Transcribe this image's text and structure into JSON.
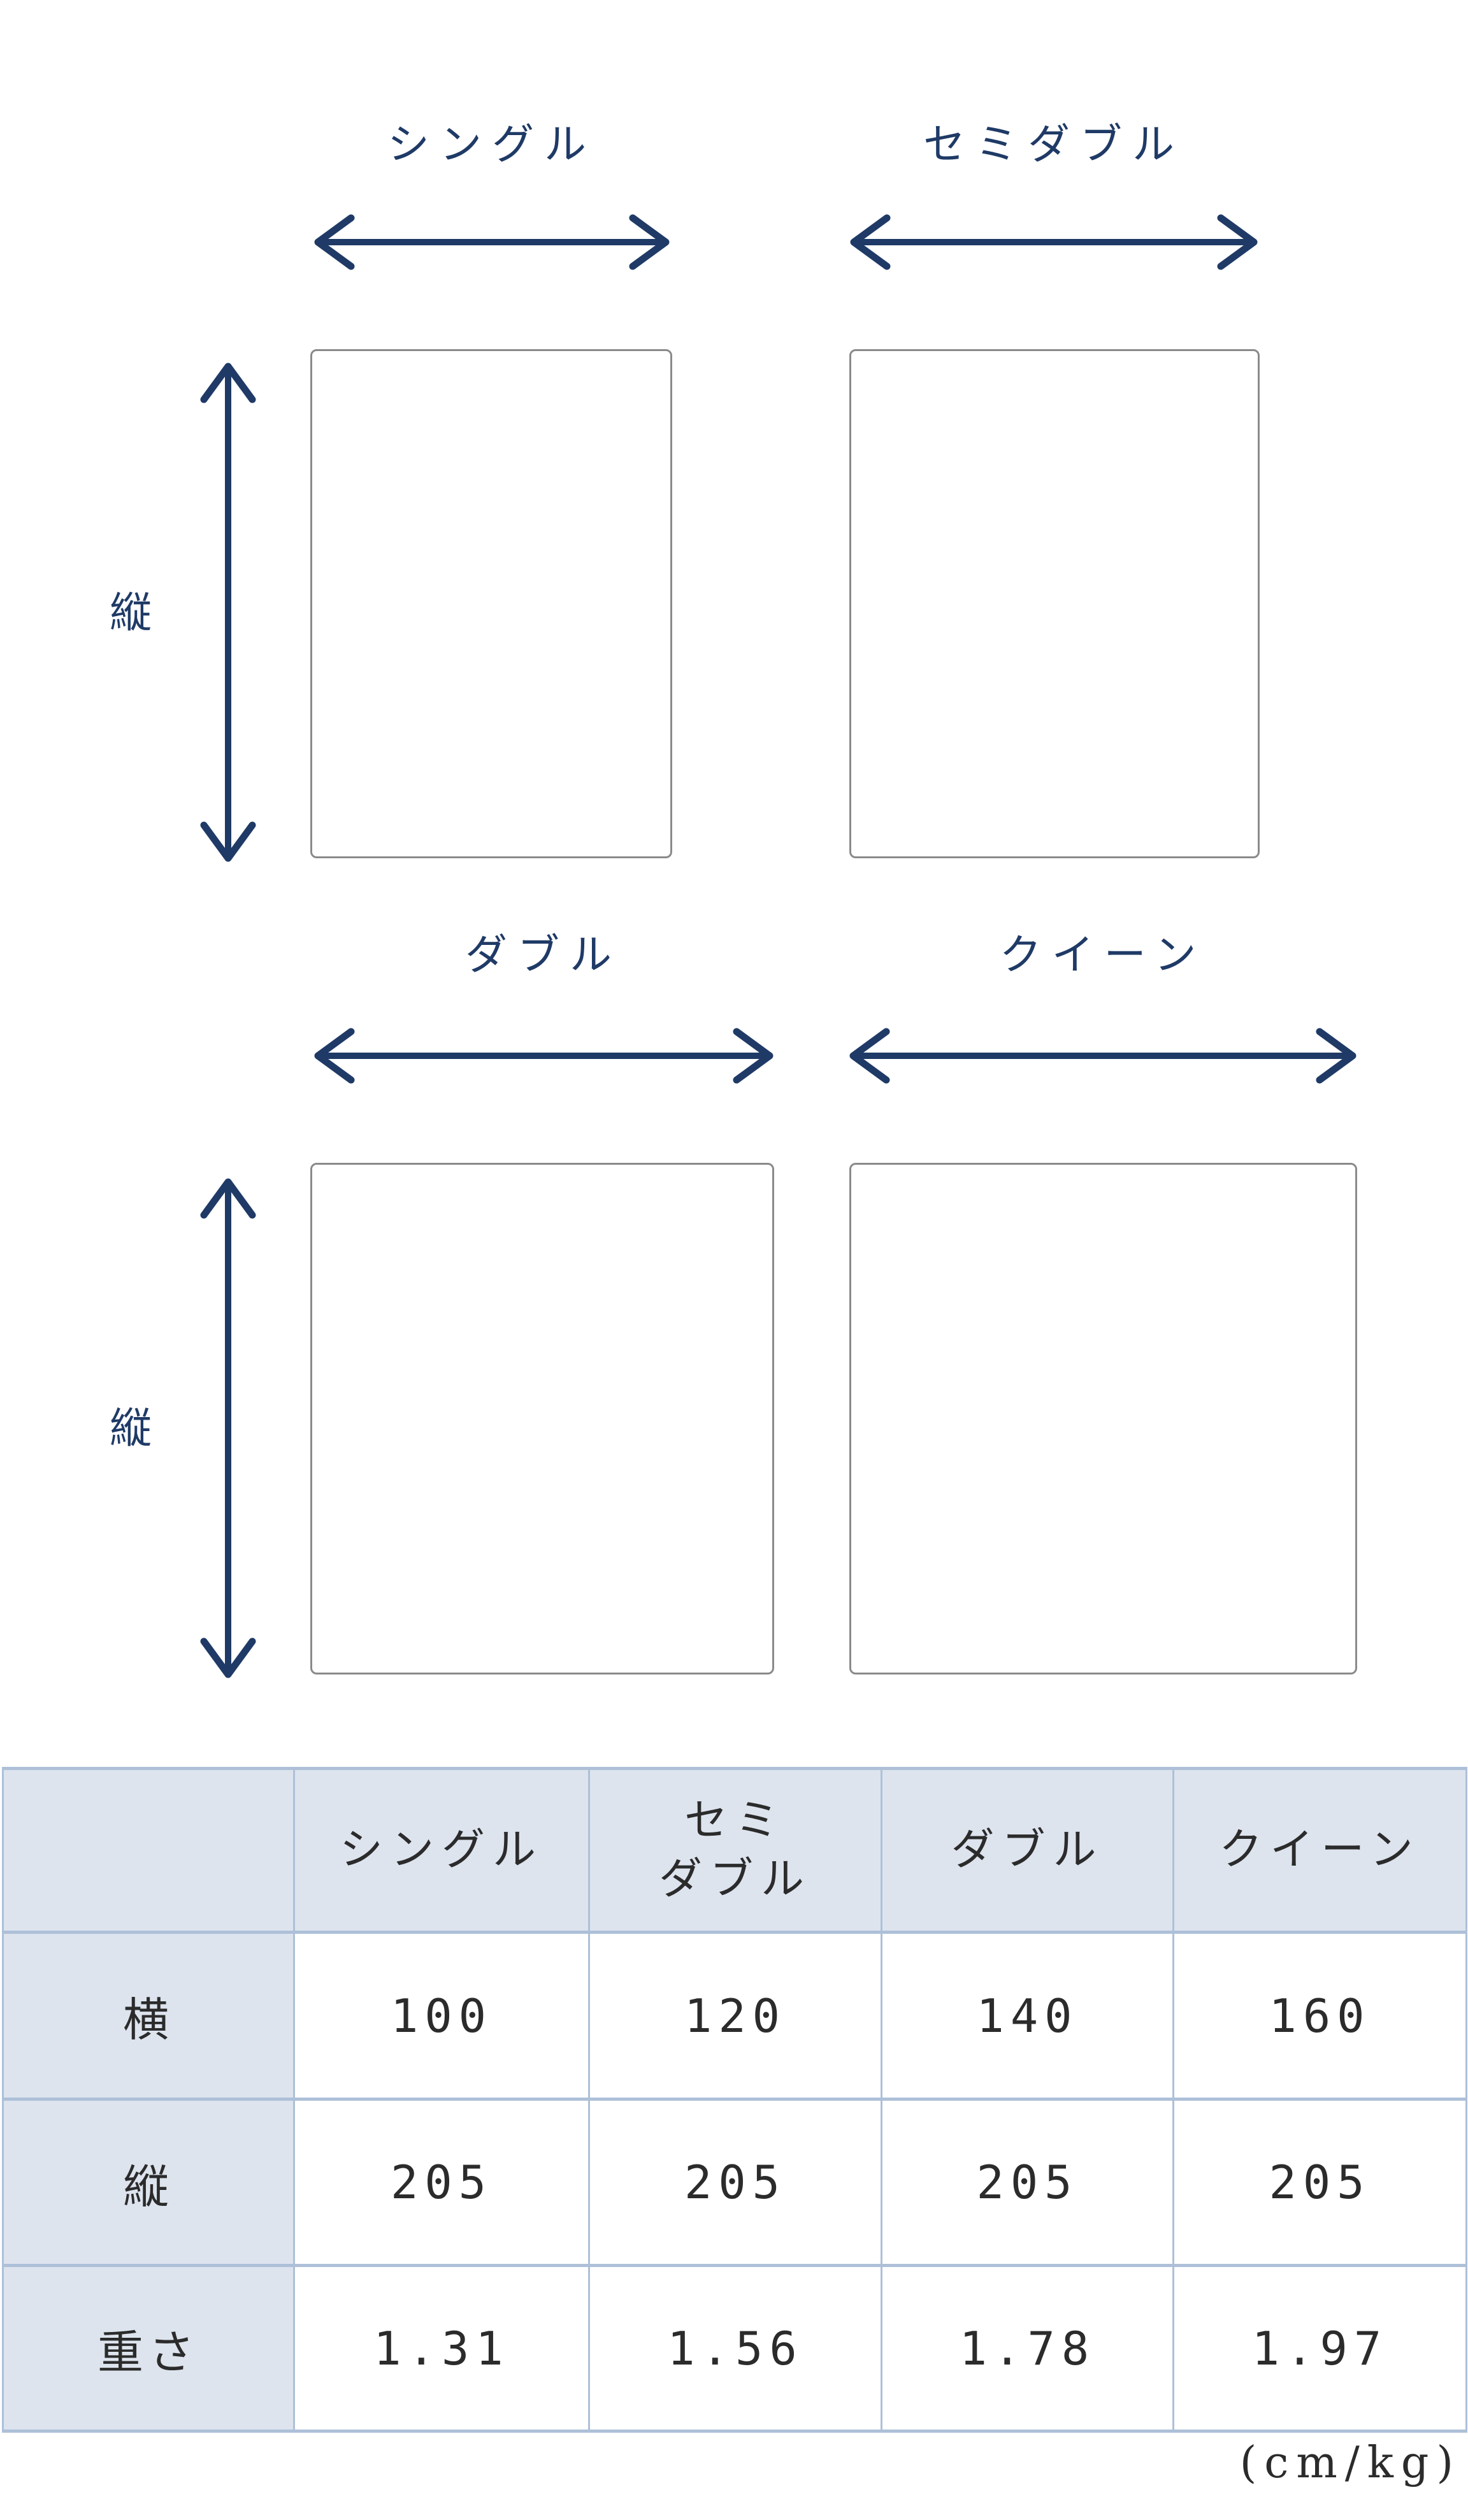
{
  "colors": {
    "diagram_accent": "#1f3a66",
    "bed_outline": "#8a8a8a",
    "table_border": "#adc0d8",
    "table_header_bg": "#dde4ee",
    "table_text": "#2b2b2b",
    "background": "#ffffff"
  },
  "diagram": {
    "vertical_axis_label": "縦",
    "beds": [
      {
        "name": "シングル"
      },
      {
        "name": "セミダブル"
      },
      {
        "name": "ダブル"
      },
      {
        "name": "クイーン"
      }
    ]
  },
  "table": {
    "corner_label": "",
    "columns": [
      "シングル",
      "セミ\nダブル",
      "ダブル",
      "クイーン"
    ],
    "rows": [
      {
        "label": "横",
        "values": [
          "100",
          "120",
          "140",
          "160"
        ]
      },
      {
        "label": "縦",
        "values": [
          "205",
          "205",
          "205",
          "205"
        ]
      },
      {
        "label": "重さ",
        "values": [
          "1.31",
          "1.56",
          "1.78",
          "1.97"
        ]
      }
    ],
    "unit_note": "(cm/kg)"
  }
}
